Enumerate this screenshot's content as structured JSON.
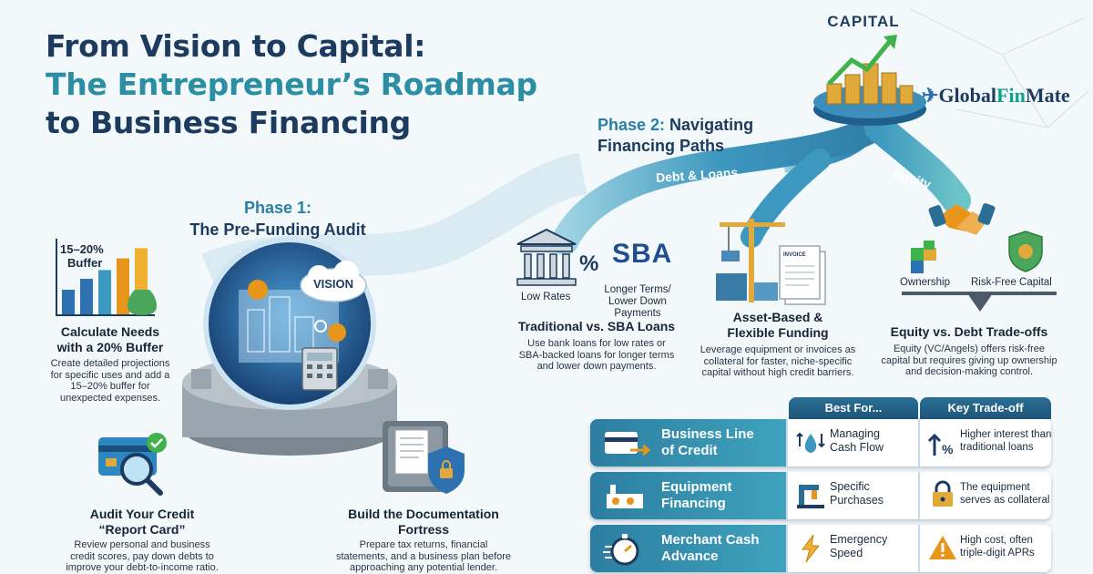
{
  "title": {
    "line1": "From Vision to Capital:",
    "line2": "The Entrepreneur’s Roadmap",
    "line3": "to Business Financing"
  },
  "capital_label": "CAPITAL",
  "logo": {
    "part1": "Global",
    "part2": "Fin",
    "part3": "Mate"
  },
  "phase2": {
    "line1_prefix": "Phase 2:",
    "line1_rest": " Navigating",
    "line2": "Financing Paths"
  },
  "paths": {
    "debt": "Debt & Loans",
    "equity": "Equity"
  },
  "phase1": {
    "line1": "Phase 1:",
    "line2": "The Pre-Funding Audit"
  },
  "vision_cloud": "VISION",
  "buffer_chart": {
    "label_line1": "15–20%",
    "label_line2": "Buffer",
    "bar_levels": [
      0.35,
      0.5,
      0.62,
      0.78,
      0.92
    ]
  },
  "calc": {
    "heading_line1": "Calculate Needs",
    "heading_line2": "with a 20% Buffer",
    "desc": [
      "Create detailed projections",
      "for specific uses and add a",
      "15–20% buffer for",
      "unexpected expenses."
    ]
  },
  "credit": {
    "heading_line1": "Audit Your Credit",
    "heading_line2": "“Report Card”",
    "desc": [
      "Review personal and business",
      "credit scores, pay down debts to",
      "improve your debt-to-income ratio."
    ]
  },
  "docs": {
    "heading": "Build the Documentation",
    "heading_line2": "Fortress",
    "desc": [
      "Prepare tax returns, financial",
      "statements, and a business plan before",
      "approaching any potential lender."
    ]
  },
  "sba": {
    "percent": "%",
    "sba_text": "SBA",
    "low_rates": "Low Rates",
    "longer_line1": "Longer Terms/",
    "longer_line2": "Lower Down Payments",
    "heading": "Traditional vs. SBA Loans",
    "desc": [
      "Use bank loans for low rates or",
      "SBA-backed loans for longer terms",
      "and lower down payments."
    ]
  },
  "asset": {
    "invoice": "INVOICE",
    "heading_line1": "Asset-Based &",
    "heading_line2": "Flexible Funding",
    "desc": [
      "Leverage equipment or invoices as",
      "collateral for faster, niche-specific",
      "capital without high credit barriers."
    ]
  },
  "equity": {
    "ownership": "Ownership",
    "risk_free": "Risk-Free Capital",
    "heading": "Equity vs. Debt Trade-offs",
    "desc": [
      "Equity (VC/Angels) offers risk-free",
      "capital but requires giving up ownership",
      "and decision-making control."
    ]
  },
  "table": {
    "col_best": "Best For...",
    "col_trade": "Key Trade-off",
    "rows": [
      {
        "name_line1": "Business Line",
        "name_line2": "of Credit",
        "best_line1": "Managing",
        "best_line2": "Cash Flow",
        "trade_line1": "Higher interest than",
        "trade_line2": "traditional loans"
      },
      {
        "name_line1": "Equipment",
        "name_line2": "Financing",
        "best_line1": "Specific",
        "best_line2": "Purchases",
        "trade_line1": "The equipment",
        "trade_line2": "serves as collateral"
      },
      {
        "name_line1": "Merchant Cash",
        "name_line2": "Advance",
        "best_line1": "Emergency",
        "best_line2": "Speed",
        "trade_line1": "High cost, often",
        "trade_line2": "triple-digit APRs"
      }
    ]
  },
  "colors": {
    "navy": "#1d3a5f",
    "teal": "#2b8ea2",
    "path_blue": "#3b8fb5",
    "gold": "#e1a93a",
    "green": "#3fb24a"
  }
}
